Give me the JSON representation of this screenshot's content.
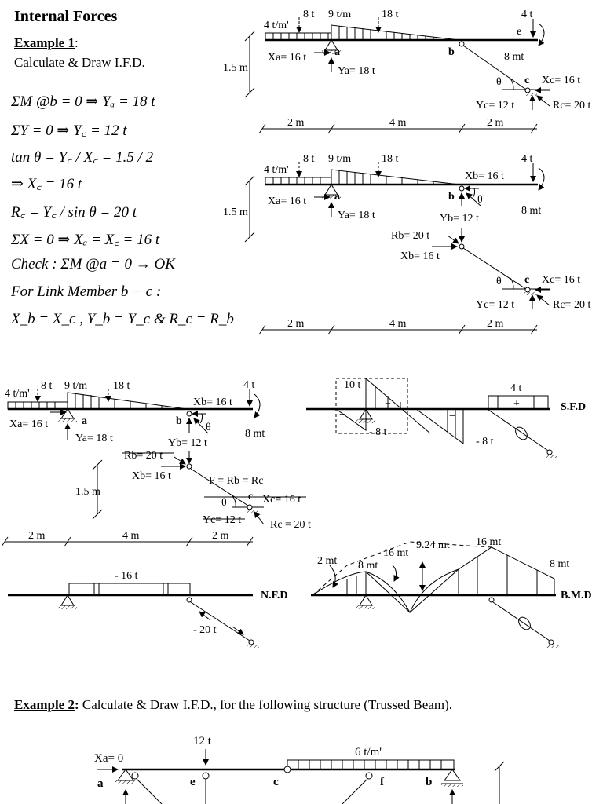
{
  "heading": "Internal Forces",
  "example1": {
    "label": "Example 1",
    "colon": ":",
    "task": "Calculate & Draw I.F.D.",
    "equations": [
      "ΣM @b = 0 ⇒ Yₐ = 18 t",
      "ΣY = 0 ⇒ Y꜀ = 12 t",
      "tan θ = Y꜀ / X꜀ = 1.5 / 2",
      "⇒ X꜀ = 16 t",
      "R꜀ = Y꜀ / sin θ = 20 t",
      "ΣX = 0 ⇒ Xₐ = X꜀ = 16 t",
      "Check : ΣM @a = 0 → OK",
      "For Link Member b − c :",
      "X_b = X_c , Y_b = Y_c & R_c = R_b"
    ]
  },
  "fig1": {
    "load_udl": "4 t/m'",
    "load_tri": "9 t/m",
    "p8": "8 t",
    "p18": "18 t",
    "p4": "4 t",
    "moment": "8 mt",
    "e": "e",
    "a": "a",
    "b": "b",
    "c": "c",
    "theta": "θ",
    "Xa": "Xa= 16 t",
    "Ya": "Ya= 18 t",
    "Xc": "Xc= 16 t",
    "Yc": "Yc= 12 t",
    "Rc": "Rc= 20 t",
    "h": "1.5 m",
    "d1": "2 m",
    "d2": "4 m",
    "d3": "2 m"
  },
  "fig2": {
    "Xb": "Xb= 16 t",
    "Yb": "Yb= 12 t",
    "Rb": "Rb= 20 t",
    "Xb2": "Xb= 16 t"
  },
  "fig3": {
    "F": "F = Rb = Rc",
    "Rc": "Rc = 20 t",
    "Rb": "Rb= 20 t",
    "Xc": "Xc= 16 t",
    "Yc": "Yc= 12 t"
  },
  "sfd": {
    "label": "S.F.D",
    "v10": "10 t",
    "v8a": "- 8 t",
    "v8b": "- 8 t",
    "v4": "4 t",
    "plus": "+",
    "minus": "−"
  },
  "nfd": {
    "label": "N.F.D",
    "v16": "- 16 t",
    "v20": "- 20 t",
    "minus": "−"
  },
  "bmd": {
    "label": "B.M.D",
    "m2": "2 mt",
    "m8a": "8 mt",
    "m16a": "16 mt",
    "m924": "9.24 mt",
    "m16b": "16 mt",
    "m8b": "8 mt",
    "minus": "−"
  },
  "example2": {
    "label": "Example 2",
    "colon": ":",
    "task": "Calculate & Draw I.F.D., for the following structure (Trussed Beam).",
    "load12": "12 t",
    "udl6": "6 t/m'",
    "Xa0": "Xa= 0",
    "a": "a",
    "e": "e",
    "c": "c",
    "f": "f",
    "b": "b"
  }
}
